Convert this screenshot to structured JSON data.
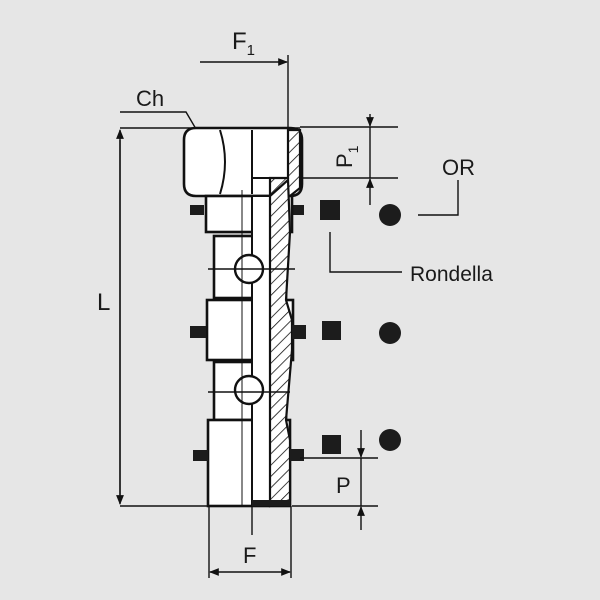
{
  "diagram": {
    "title": "Banjo bolt / double swivel fitting dimension drawing",
    "background": "#e6e6e6",
    "ink": "#111111",
    "labels": {
      "f1": "F",
      "f1_sub": "1",
      "ch": "Ch",
      "p1": "P",
      "p1_sub": "1",
      "or": "OR",
      "rondella": "Rondella",
      "l": "L",
      "p": "P",
      "f": "F"
    },
    "legend": [
      {
        "symbol": "square",
        "meaning": "Rondella"
      },
      {
        "symbol": "circle",
        "meaning": "OR"
      }
    ]
  }
}
